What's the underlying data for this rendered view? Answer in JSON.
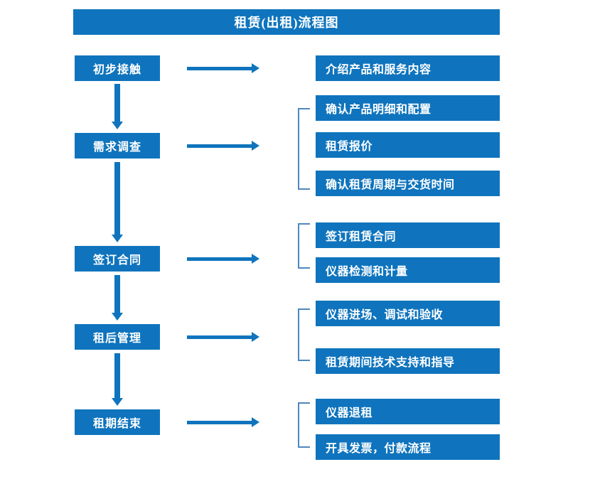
{
  "title": "租赁(出租)流程图",
  "colors": {
    "box_blue": "#0f74bd",
    "bracket_blue": "#4f87bf",
    "text_white": "#ffffff",
    "background": "#ffffff"
  },
  "stages": [
    {
      "label": "初步接触"
    },
    {
      "label": "需求调查"
    },
    {
      "label": "签订合同"
    },
    {
      "label": "租后管理"
    },
    {
      "label": "租期结束"
    }
  ],
  "details": [
    {
      "label": "介绍产品和服务内容"
    },
    {
      "label": "确认产品明细和配置"
    },
    {
      "label": "租赁报价"
    },
    {
      "label": "确认租赁周期与交货时间"
    },
    {
      "label": "签订租赁合同"
    },
    {
      "label": "仪器检测和计量"
    },
    {
      "label": "仪器进场、调试和验收"
    },
    {
      "label": "租赁期间技术支持和指导"
    },
    {
      "label": "仪器退租"
    },
    {
      "label": "开具发票，付款流程"
    }
  ],
  "groups": [
    {
      "stage": "初步接触",
      "details": [
        "介绍产品和服务内容"
      ]
    },
    {
      "stage": "需求调查",
      "details": [
        "确认产品明细和配置",
        "租赁报价",
        "确认租赁周期与交货时间"
      ]
    },
    {
      "stage": "签订合同",
      "details": [
        "签订租赁合同",
        "仪器检测和计量"
      ]
    },
    {
      "stage": "租后管理",
      "details": [
        "仪器进场、调试和验收",
        "租赁期间技术支持和指导"
      ]
    },
    {
      "stage": "租期结束",
      "details": [
        "仪器退租",
        "开具发票，付款流程"
      ]
    }
  ]
}
